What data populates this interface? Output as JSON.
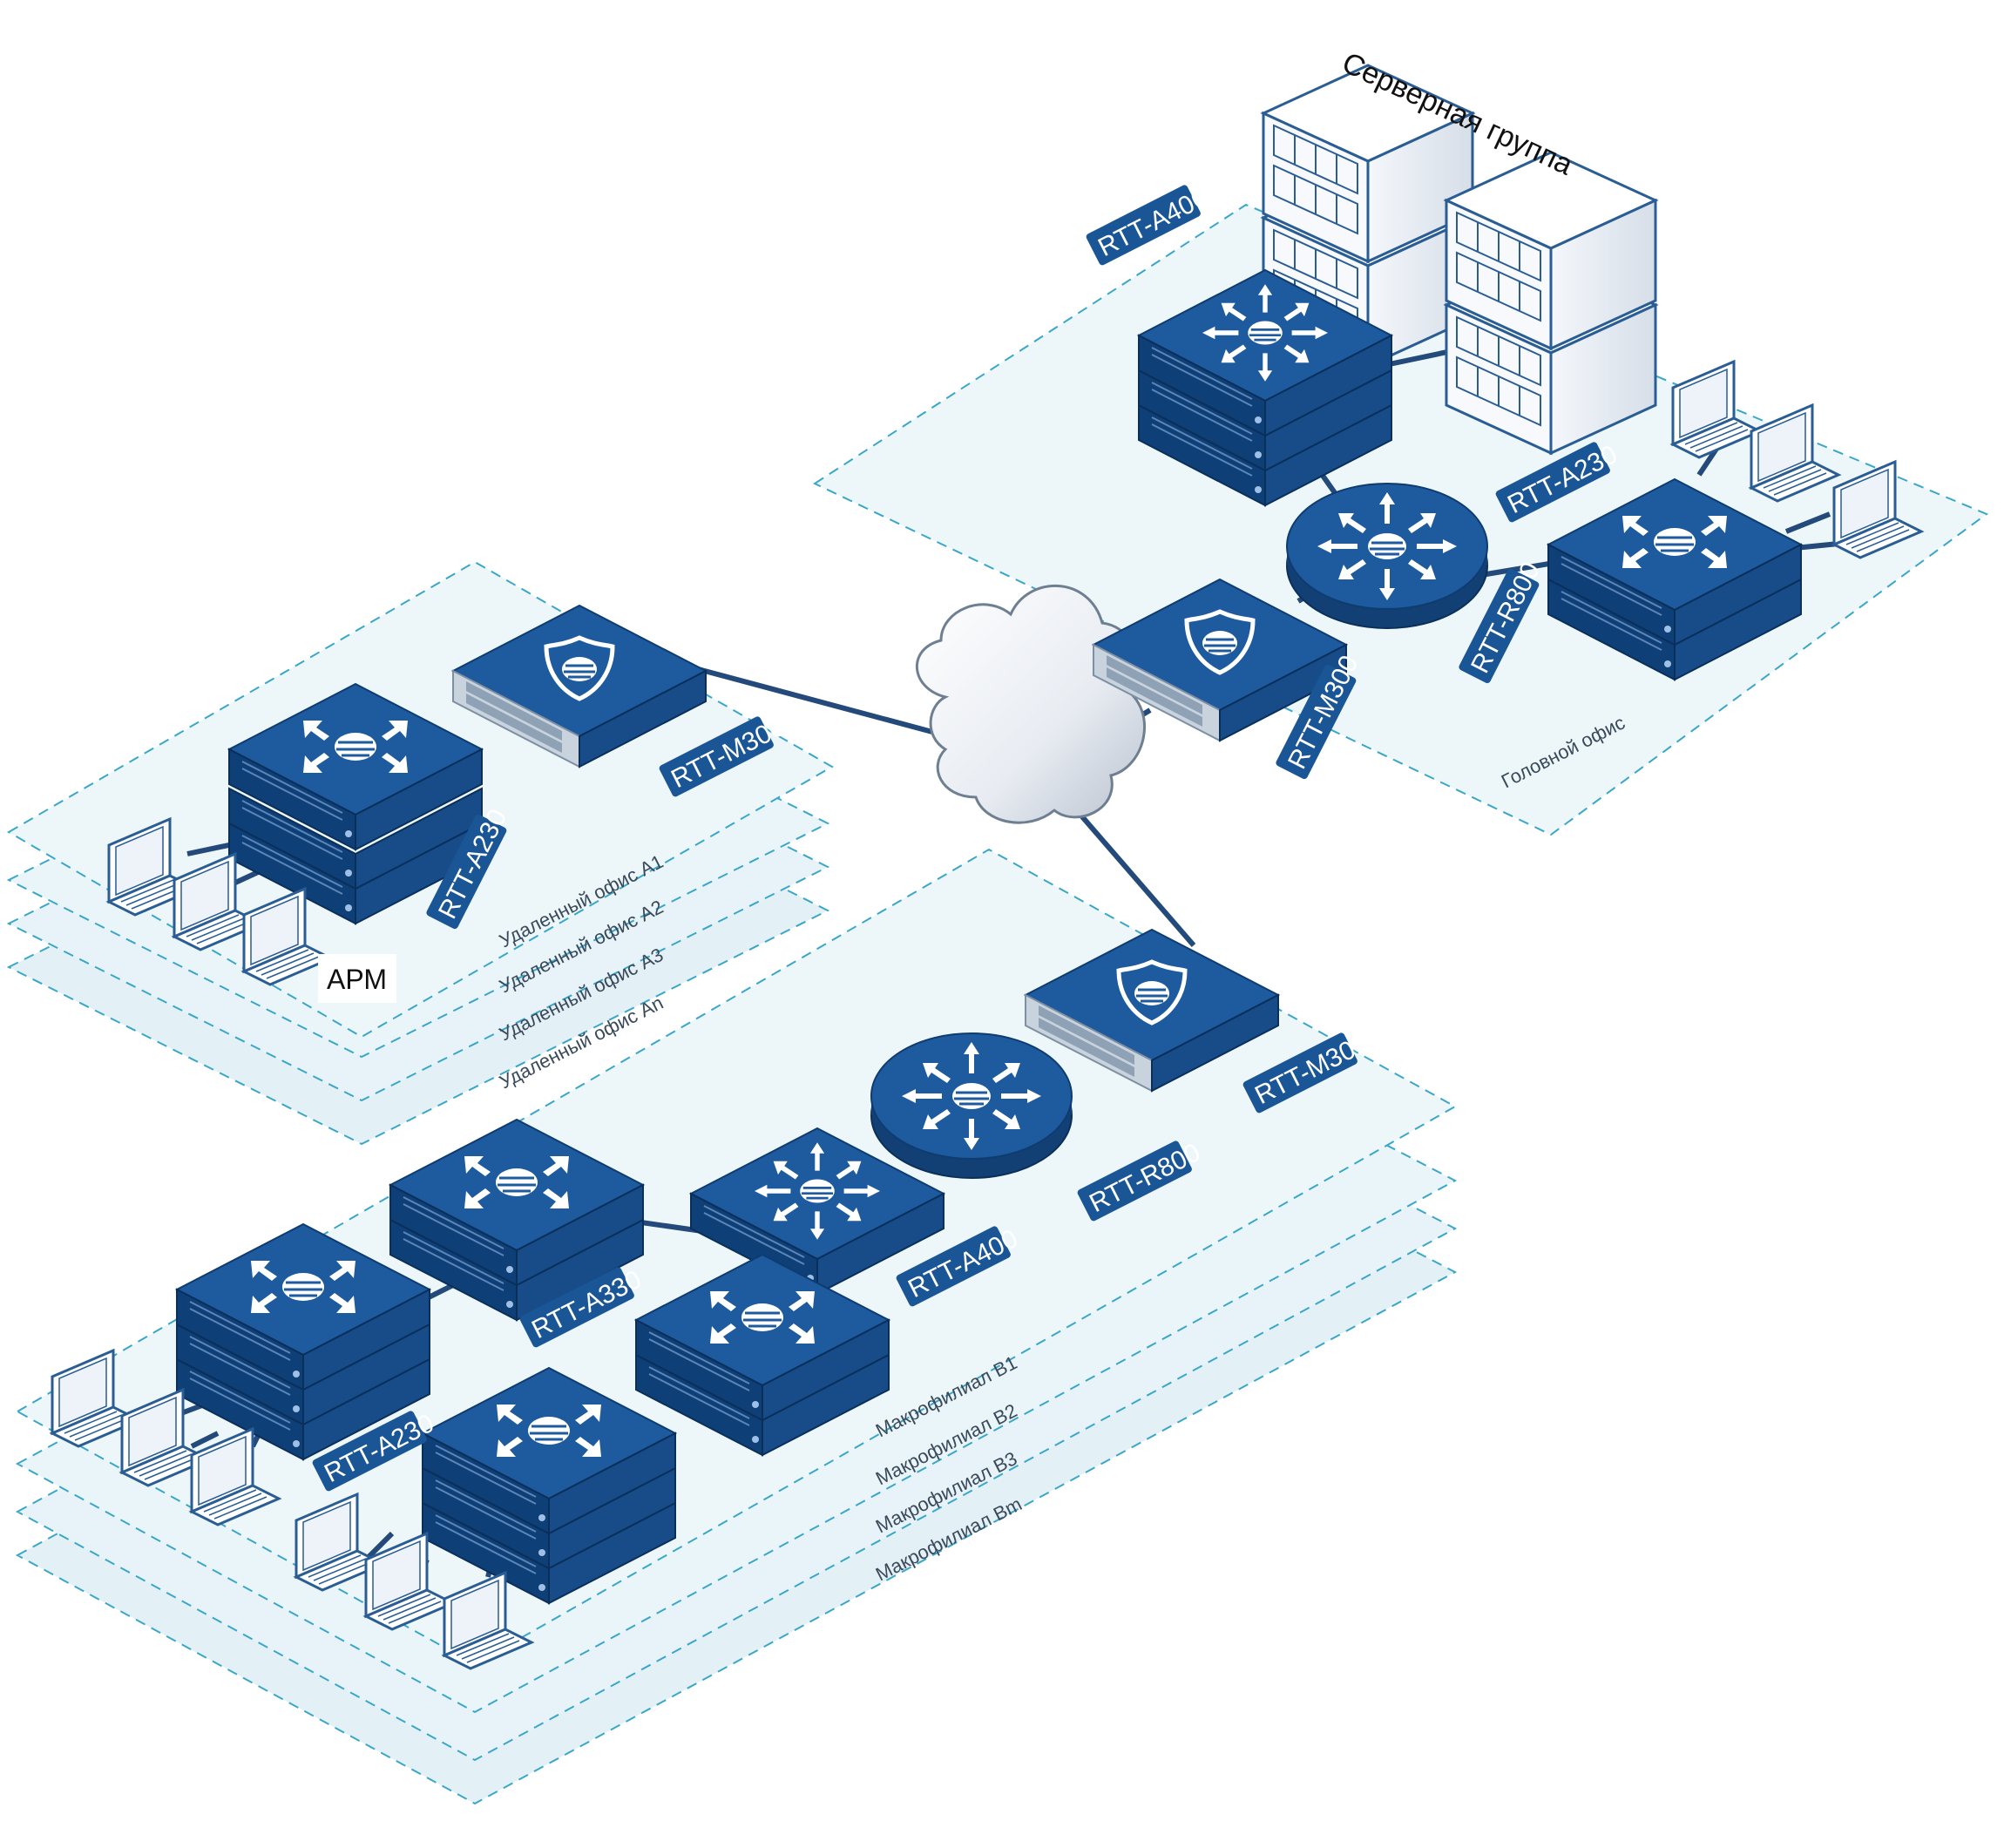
{
  "colors": {
    "device_top": "#1d5a9e",
    "device_side_left": "#0f3f77",
    "device_side_right": "#174c89",
    "panel_fill": "#e9f5f9",
    "panel_stroke": "#3aa7c9",
    "link": "#234a7a",
    "tag_bg": "#1a5596"
  },
  "head_office": {
    "zone_label": "Головной офис",
    "server_group_label": "Серверная группа",
    "core_switch_label": "RTT-A400",
    "router_label": "RTT-R800",
    "firewall_label": "RTT-M300",
    "access_switch_label": "RTT-A230"
  },
  "remote_offices": {
    "zone_labels": [
      "Удаленный офис А1",
      "Удаленный офис А2",
      "Удаленный офис А3",
      "Удаленный офис Аn"
    ],
    "firewall_label": "RTT-M300",
    "access_switch_label": "RTT-A230",
    "workstation_label": "АРМ"
  },
  "macro_branches": {
    "zone_labels": [
      "Макрофилиал B1",
      "Макрофилиал B2",
      "Макрофилиал B3",
      "Макрофилиал Bm"
    ],
    "firewall_label": "RTT-M300",
    "router_label": "RTT-R800",
    "core_switch_label": "RTT-A400",
    "aggregation_switch_label": "RTT-A330",
    "access_switch_label": "RTT-A230"
  },
  "icons": {
    "cloud": "cloud-icon",
    "switch": "switch-icon",
    "router": "router-icon",
    "firewall": "firewall-icon",
    "server": "server-icon",
    "laptop": "laptop-icon"
  }
}
